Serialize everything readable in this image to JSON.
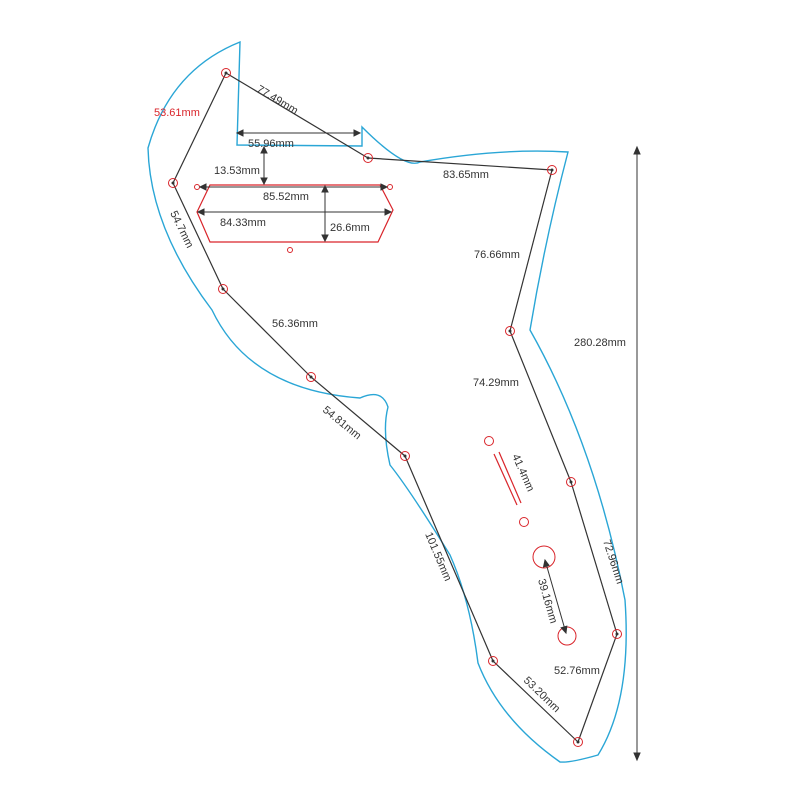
{
  "colors": {
    "outline": "#2aa6d6",
    "line": "#333333",
    "accent": "#d9252b",
    "text": "#333333",
    "background": "#ffffff"
  },
  "measurements": {
    "top_left_edge": "53.61mm",
    "top_edge": "77.49mm",
    "neck_width": "55.96mm",
    "neck_gap": "13.53mm",
    "pickup_top": "85.52mm",
    "pickup_width": "84.33mm",
    "pickup_height": "26.6mm",
    "upper_right": "83.65mm",
    "left_upper": "54.7mm",
    "right_upper": "76.66mm",
    "left_mid": "56.36mm",
    "total_height": "280.28mm",
    "right_mid": "74.29mm",
    "left_lower": "54.81mm",
    "switch_slot": "41.4mm",
    "lower_left": "101.55mm",
    "right_lower": "72.96mm",
    "jack_spacing": "39.16mm",
    "bottom_right": "52.76mm",
    "bottom_left": "53.20mm"
  }
}
